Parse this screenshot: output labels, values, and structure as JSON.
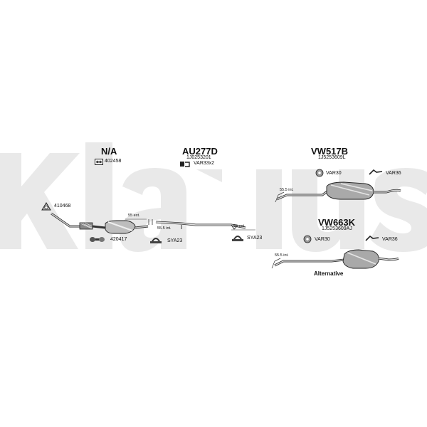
{
  "watermark": {
    "text": "Klarius",
    "color": "#e6e6e6"
  },
  "groups": {
    "front": {
      "code": "N/A",
      "part_number": "402458",
      "part_icon": "clamp-box-icon"
    },
    "center": {
      "code": "AU277D",
      "part_number": "1J0253201",
      "kit": {
        "label": "VAR33x2",
        "icon": "mounting-kit-icon"
      }
    },
    "rear": {
      "code": "VW517B",
      "part_number": "1J5253609L"
    },
    "alternative": {
      "code": "VW663K",
      "part_number": "1J5253609AJ",
      "caption": "Alternative"
    }
  },
  "accessories": {
    "gasket_front": "410468",
    "clamp_front": "420417",
    "clamp_center_left": "SYA23",
    "clamp_center_right": "SYA23",
    "rubber_rear_1": "VAR30",
    "hanger_rear_1": "VAR36",
    "rubber_rear_2": "VAR30",
    "hanger_rear_2": "VAR36"
  },
  "dimensions": {
    "center_front": "55 ext.",
    "center_rear_a": "55.5 int.",
    "center_rear_b": "55 ext.",
    "rear_inlet": "55.5 int.",
    "alt_inlet": "55.5 int."
  }
}
